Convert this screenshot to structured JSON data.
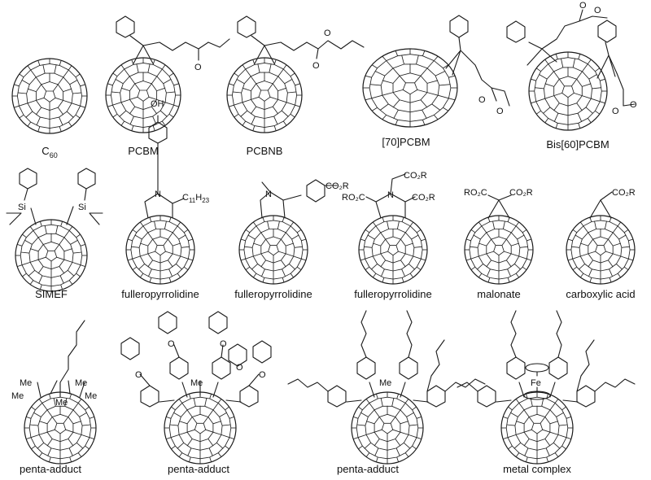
{
  "figure": {
    "rows": [
      {
        "items": [
          {
            "label": "C",
            "sub": "60",
            "rx": 46,
            "ry": 46,
            "variant": "c60"
          },
          {
            "label": "PCBM",
            "rx": 46,
            "ry": 46,
            "variant": "pcbm",
            "atoms": [
              "O"
            ]
          },
          {
            "label": "PCBNB",
            "rx": 46,
            "ry": 46,
            "variant": "pcbnb",
            "atoms": [
              "O",
              "O"
            ]
          },
          {
            "label": "[70]PCBM",
            "rx": 58,
            "ry": 48,
            "variant": "pc70",
            "atoms": [
              "O",
              "O"
            ]
          },
          {
            "label": "Bis[60]PCBM",
            "rx": 48,
            "ry": 48,
            "variant": "bis",
            "atoms": [
              "O",
              "O",
              "O",
              "O"
            ]
          }
        ]
      },
      {
        "items": [
          {
            "label": "SIMEF",
            "rx": 44,
            "ry": 44,
            "variant": "simef",
            "atoms": [
              "Si",
              "Si"
            ]
          },
          {
            "label": "fulleropyrrolidine",
            "rx": 42,
            "ry": 42,
            "variant": "pyr1",
            "atoms": [
              "OH",
              "N",
              "C",
              "11",
              "H",
              "23"
            ]
          },
          {
            "label": "fulleropyrrolidine",
            "rx": 42,
            "ry": 42,
            "variant": "pyr2",
            "atoms": [
              "N",
              "CO₂R"
            ]
          },
          {
            "label": "fulleropyrrolidine",
            "rx": 42,
            "ry": 42,
            "variant": "pyr3",
            "atoms": [
              "N",
              "CO₂R",
              "RO₂C",
              "CO₂R"
            ]
          },
          {
            "label": "malonate",
            "rx": 42,
            "ry": 42,
            "variant": "malonate",
            "atoms": [
              "RO₂C",
              "CO₂R"
            ]
          },
          {
            "label": "carboxylic acid",
            "rx": 42,
            "ry": 42,
            "variant": "acid",
            "atoms": [
              "CO₂R"
            ]
          }
        ]
      },
      {
        "items": [
          {
            "label": "penta-adduct",
            "rx": 44,
            "ry": 44,
            "variant": "penta1",
            "atoms": [
              "Me",
              "Me",
              "Me",
              "Me",
              "Me"
            ]
          },
          {
            "label": "penta-adduct",
            "rx": 44,
            "ry": 44,
            "variant": "penta2",
            "atoms": [
              "O",
              "O",
              "O",
              "O",
              "O",
              "Me"
            ]
          },
          {
            "label": "penta-adduct",
            "rx": 44,
            "ry": 44,
            "variant": "penta3",
            "atoms": [
              "Me"
            ]
          },
          {
            "label": "metal complex",
            "rx": 44,
            "ry": 44,
            "variant": "metal",
            "atoms": [
              "Fe"
            ]
          }
        ]
      }
    ]
  }
}
